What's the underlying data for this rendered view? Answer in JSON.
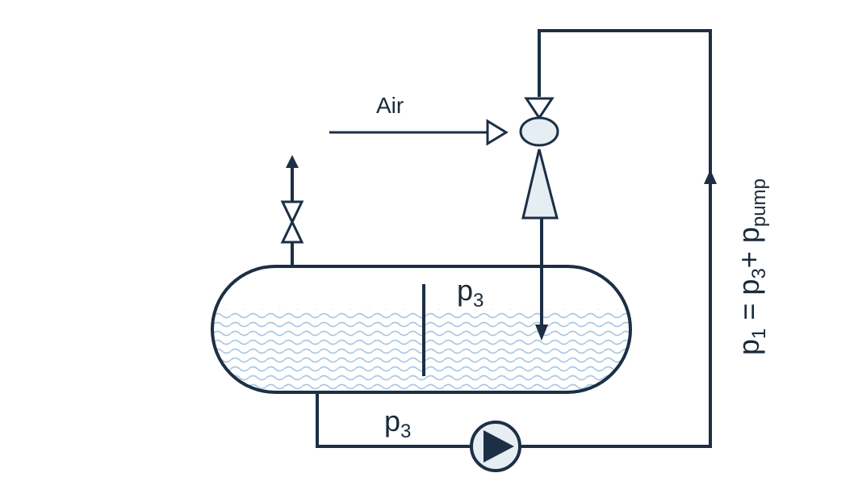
{
  "labels": {
    "air": "Air",
    "p3_tank": "p",
    "p3_tank_sub": "3",
    "p3_pipe": "p",
    "p3_pipe_sub": "3",
    "p1_equation": {
      "p": "p",
      "sub1": "1",
      "eq": " = p",
      "sub3": "3",
      "plus": "+ p",
      "subpump": "pump"
    }
  },
  "colors": {
    "pipe": "#1c2f45",
    "water": "#a9c8e3",
    "component_fill": "#e6edf3"
  }
}
